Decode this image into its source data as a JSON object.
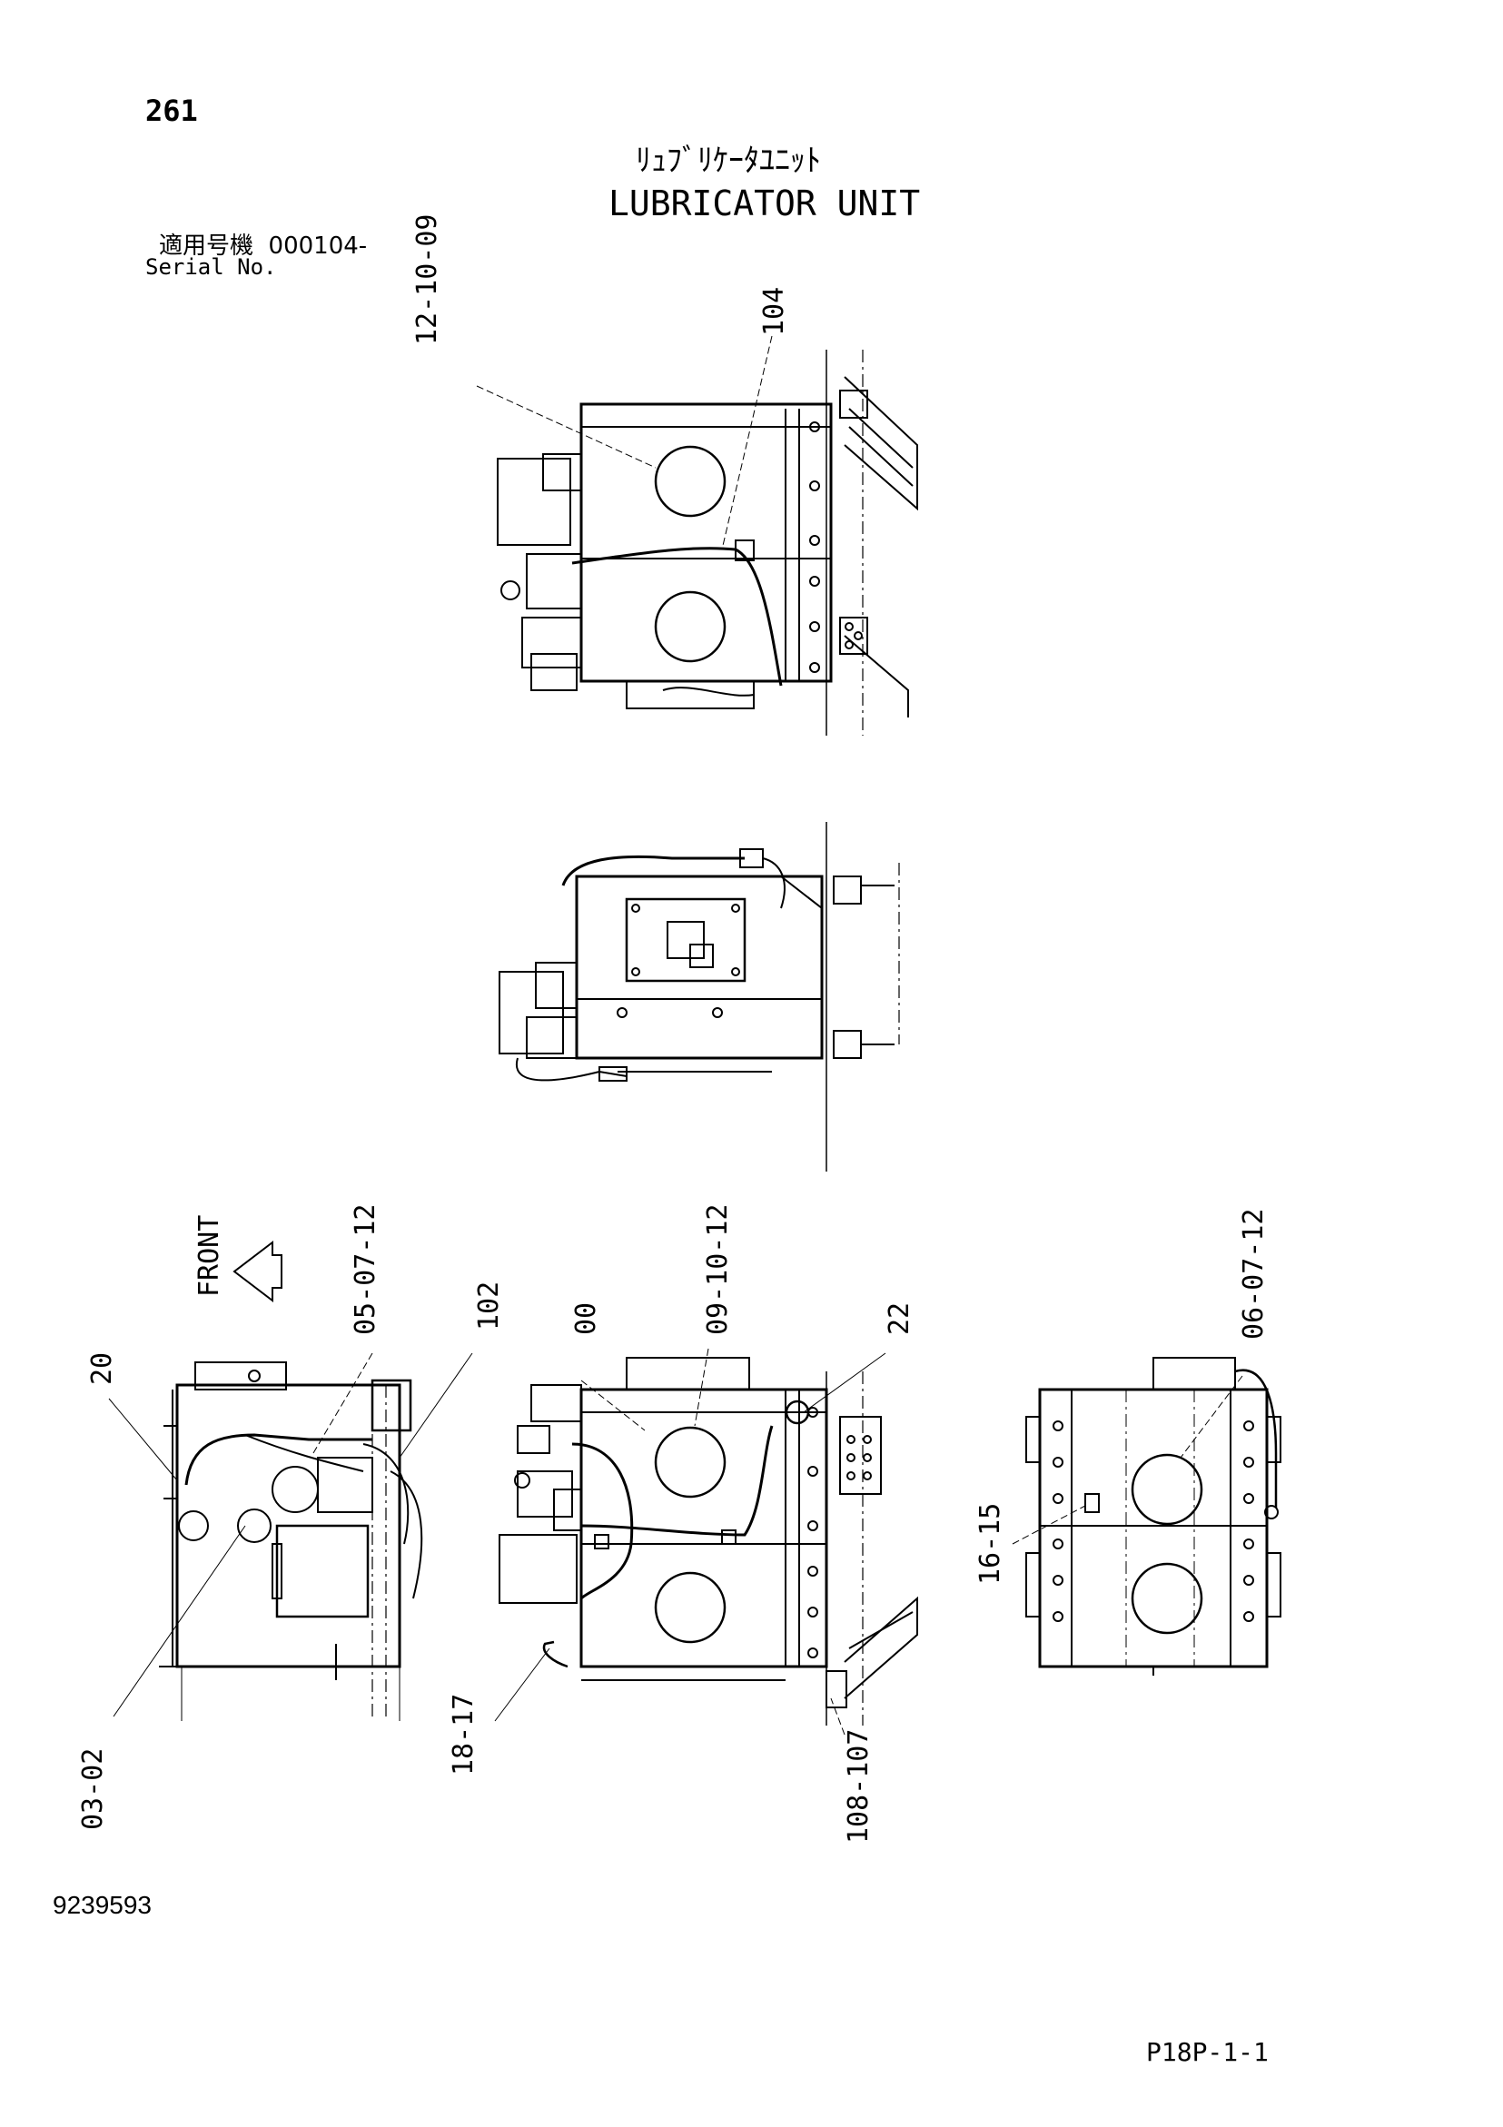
{
  "header": {
    "page_number": "261",
    "title_jp": "ﾘｭﾌﾞﾘｹｰﾀﾕﾆｯﾄ",
    "title_en": "LUBRICATOR UNIT",
    "serial_label_jp": "適用号機",
    "serial_value": "000104-",
    "serial_label_en": "Serial No."
  },
  "footer": {
    "document_number": "9239593",
    "sheet_number": "P18P-1-1"
  },
  "labels": {
    "view1_a": "12-10-09",
    "view1_b": "104",
    "front": "FRONT",
    "v3_20": "20",
    "v3_05": "05-07-12",
    "v3_102": "102",
    "v3_03": "03-02",
    "v4_00": "00",
    "v4_09": "09-10-12",
    "v4_22": "22",
    "v4_18": "18-17",
    "v4_108": "108-107",
    "v5_06": "06-07-12",
    "v5_16": "16-15"
  }
}
